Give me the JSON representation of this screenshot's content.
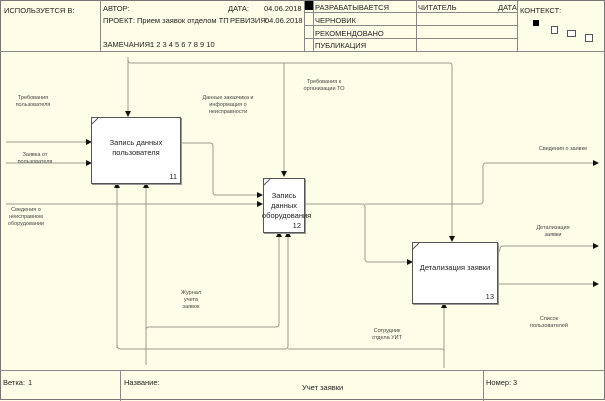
{
  "header": {
    "used_in_label": "ИСПОЛЬЗУЕТСЯ В:",
    "author_label": "АВТОР:",
    "date_label": "ДАТА:",
    "date_value": "04.06.2018",
    "project_label": "ПРОЕКТ:",
    "project_value": "Прием заявок отделом ТП",
    "revision_label": "РЕВИЗИЯ:",
    "revision_value": "04.06.2018",
    "notes_label": "ЗАМЕЧАНИЯ:",
    "notes_value": "1 2 3 4 5 6 7 8 9 10",
    "status": [
      "РАЗРАБАТЫВАЕТСЯ",
      "ЧЕРНОВИК",
      "РЕКОМЕНДОВАНО",
      "ПУБЛИКАЦИЯ"
    ],
    "reader_label": "ЧИТАТЕЛЬ",
    "reader_date_label": "ДАТА",
    "context_label": "КОНТЕКСТ:"
  },
  "boxes": [
    {
      "title": "Запись данных пользователя",
      "number": "11"
    },
    {
      "title": "Запись данных оборудования",
      "number": "12"
    },
    {
      "title": "Детализация заявки",
      "number": "13"
    }
  ],
  "arrows": {
    "user_requirements": "Требования пользователя",
    "user_request": "Заявка от пользователя",
    "faulty_equipment_info": "Сведения о неисправном оборудовании",
    "customer_data": "Данные заказчика и информация о неисправности",
    "to_requirements": "Требования к организации ТО",
    "request_info": "Сведения о заявке",
    "request_detail": "Детализация заявки",
    "user_list": "Список пользователей",
    "request_log": "Журнал учета заявок",
    "uit_employee": "Сотрудник отдела УИТ"
  },
  "footer": {
    "node_label": "Ветка:",
    "node_value": "1",
    "name_label": "Название:",
    "name_value": "Учет заявки",
    "number_label": "Номер:",
    "number_value": "3"
  }
}
